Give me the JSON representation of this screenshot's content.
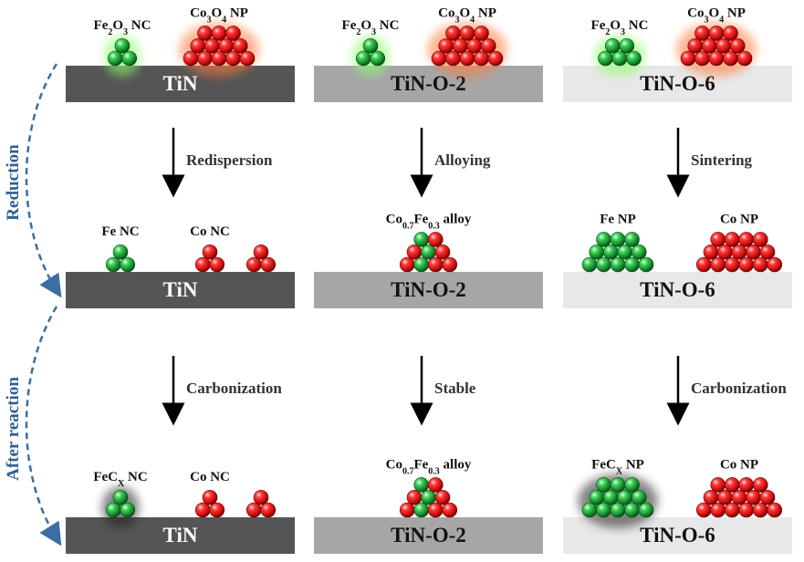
{
  "side_labels": {
    "reduction": "Reduction",
    "after_reaction": "After reaction"
  },
  "colors": {
    "side_label": "#2e5f8f",
    "dash_arrow": "#3a6ea5",
    "fe": "#1f9a3a",
    "co": "#dd1a1a"
  },
  "columns": [
    {
      "substrate_label": "TiN",
      "substrate_style": "dark",
      "step1": "Redispersion",
      "step2": "Carbonization",
      "row1": [
        {
          "label": [
            [
              "Fe",
              ""
            ],
            [
              "2",
              "sub"
            ],
            [
              "O",
              ""
            ],
            [
              "3",
              "sub"
            ],
            [
              " NC",
              ""
            ]
          ],
          "color": "green",
          "shape": "tri3",
          "glow": "green"
        },
        {
          "label": [
            [
              "Co",
              ""
            ],
            [
              "3",
              "sub"
            ],
            [
              "O",
              ""
            ],
            [
              "4",
              "sub"
            ],
            [
              " NP",
              ""
            ]
          ],
          "color": "red",
          "shape": "big_red",
          "glow": "red"
        }
      ],
      "row2": [
        {
          "label": [
            [
              "Fe NC",
              ""
            ]
          ],
          "color": "green",
          "shape": "tri3",
          "glow": "none"
        },
        {
          "label": [
            [
              "Co NC",
              ""
            ]
          ],
          "color": "red",
          "shape": "tri3",
          "glow": "none"
        },
        {
          "label": [],
          "color": "red",
          "shape": "tri3",
          "glow": "none"
        }
      ],
      "row3": [
        {
          "label": [
            [
              "FeC",
              ""
            ],
            [
              "X",
              "sub"
            ],
            [
              " NC",
              ""
            ]
          ],
          "color": "green",
          "shape": "tri3",
          "glow": "dark"
        },
        {
          "label": [
            [
              "Co NC",
              ""
            ]
          ],
          "color": "red",
          "shape": "tri3",
          "glow": "none"
        },
        {
          "label": [],
          "color": "red",
          "shape": "tri3",
          "glow": "none"
        }
      ]
    },
    {
      "substrate_label": "TiN-O-2",
      "substrate_style": "mid",
      "step1": "Alloying",
      "step2": "Stable",
      "row1": [
        {
          "label": [
            [
              "Fe",
              ""
            ],
            [
              "2",
              "sub"
            ],
            [
              "O",
              ""
            ],
            [
              "3",
              "sub"
            ],
            [
              " NC",
              ""
            ]
          ],
          "color": "green",
          "shape": "tri3",
          "glow": "green"
        },
        {
          "label": [
            [
              "Co",
              ""
            ],
            [
              "3",
              "sub"
            ],
            [
              "O",
              ""
            ],
            [
              "4",
              "sub"
            ],
            [
              " NP",
              ""
            ]
          ],
          "color": "red",
          "shape": "big_red",
          "glow": "red"
        }
      ],
      "row2": [
        {
          "label": [
            [
              "Co",
              ""
            ],
            [
              "0.7",
              "sub"
            ],
            [
              "Fe",
              ""
            ],
            [
              "0.3",
              "sub"
            ],
            [
              " alloy",
              ""
            ]
          ],
          "color": "alloy",
          "shape": "alloy",
          "glow": "none"
        }
      ],
      "row3": [
        {
          "label": [
            [
              "Co",
              ""
            ],
            [
              "0.7",
              "sub"
            ],
            [
              "Fe",
              ""
            ],
            [
              "0.3",
              "sub"
            ],
            [
              " alloy",
              ""
            ]
          ],
          "color": "alloy",
          "shape": "alloy",
          "glow": "none"
        }
      ]
    },
    {
      "substrate_label": "TiN-O-6",
      "substrate_style": "light",
      "step1": "Sintering",
      "step2": "Carbonization",
      "row1": [
        {
          "label": [
            [
              "Fe",
              ""
            ],
            [
              "2",
              "sub"
            ],
            [
              "O",
              ""
            ],
            [
              "3",
              "sub"
            ],
            [
              " NC",
              ""
            ]
          ],
          "color": "green",
          "shape": "tri3_wide",
          "glow": "green"
        },
        {
          "label": [
            [
              "Co",
              ""
            ],
            [
              "3",
              "sub"
            ],
            [
              "O",
              ""
            ],
            [
              "4",
              "sub"
            ],
            [
              " NP",
              ""
            ]
          ],
          "color": "red",
          "shape": "big_red",
          "glow": "red"
        }
      ],
      "row2": [
        {
          "label": [
            [
              "Fe NP",
              ""
            ]
          ],
          "color": "green",
          "shape": "big_green",
          "glow": "none"
        },
        {
          "label": [
            [
              "Co NP",
              ""
            ]
          ],
          "color": "red",
          "shape": "big_red_wide",
          "glow": "none"
        }
      ],
      "row3": [
        {
          "label": [
            [
              "FeC",
              ""
            ],
            [
              "X",
              "sub"
            ],
            [
              " NP",
              ""
            ]
          ],
          "color": "green",
          "shape": "big_green_dark",
          "glow": "dark"
        },
        {
          "label": [
            [
              "Co NP",
              ""
            ]
          ],
          "color": "red",
          "shape": "big_red_wide",
          "glow": "none"
        }
      ]
    }
  ]
}
